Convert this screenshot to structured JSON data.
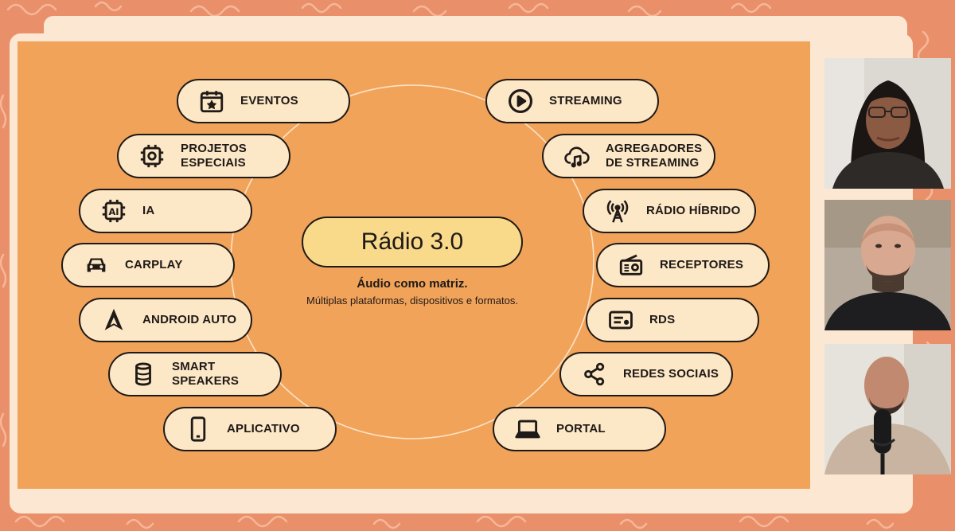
{
  "slide": {
    "title": "Rádio 3.0",
    "subtitle": "Áudio como matriz.",
    "description": "Múltiplas plataformas, dispositivos e formatos."
  },
  "left_items": [
    {
      "label": "EVENTOS",
      "icon": "calendar-star-icon"
    },
    {
      "label": "PROJETOS\nESPECIAIS",
      "icon": "gear-chip-icon"
    },
    {
      "label": "IA",
      "icon": "ai-chip-icon"
    },
    {
      "label": "CARPLAY",
      "icon": "car-icon"
    },
    {
      "label": "ANDROID AUTO",
      "icon": "android-auto-icon"
    },
    {
      "label": "SMART\nSPEAKERS",
      "icon": "smart-speaker-icon"
    },
    {
      "label": "APLICATIVO",
      "icon": "smartphone-icon"
    }
  ],
  "right_items": [
    {
      "label": "STREAMING",
      "icon": "play-circle-icon"
    },
    {
      "label": "AGREGADORES\nDE STREAMING",
      "icon": "cloud-music-icon"
    },
    {
      "label": "RÁDIO HÍBRIDO",
      "icon": "radio-tower-icon"
    },
    {
      "label": "RECEPTORES",
      "icon": "radio-receiver-icon"
    },
    {
      "label": "RDS",
      "icon": "rds-display-icon"
    },
    {
      "label": "REDES SOCIAIS",
      "icon": "share-icon"
    },
    {
      "label": "PORTAL",
      "icon": "laptop-icon"
    }
  ],
  "participants": [
    {
      "name": "participant-1"
    },
    {
      "name": "participant-2"
    },
    {
      "name": "participant-3"
    }
  ],
  "colors": {
    "background": "#e9906a",
    "frame": "#fce7d3",
    "slide": "#f2a35a",
    "pill": "#fce7c6",
    "title_pill": "#f9d98a",
    "ink": "#1f1a17"
  }
}
